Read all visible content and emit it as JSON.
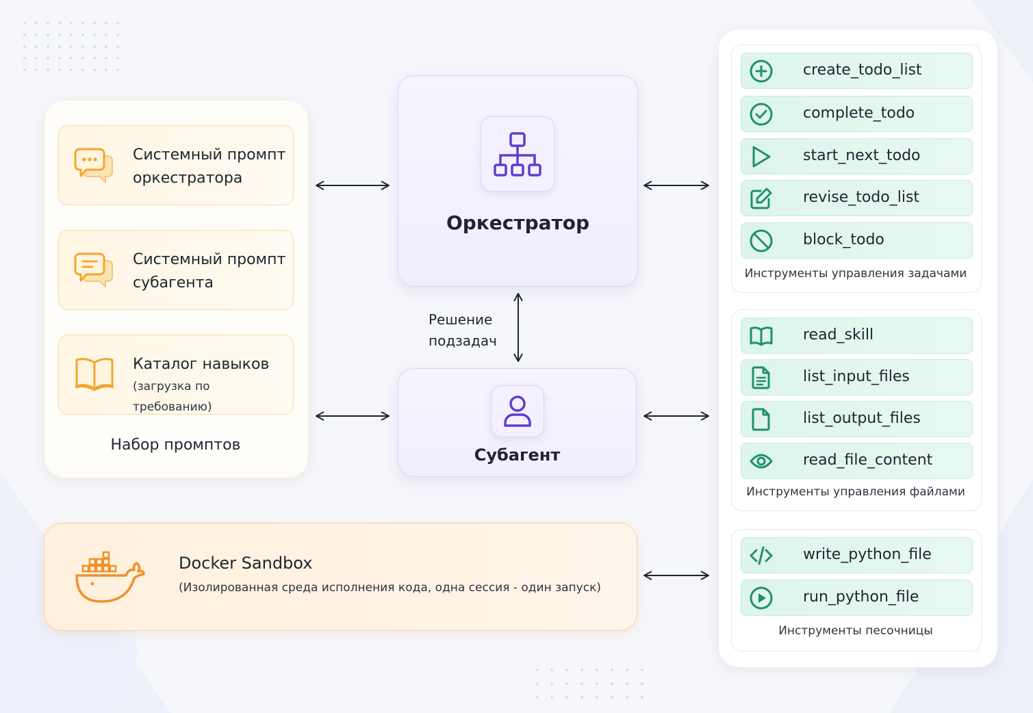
{
  "prompts_panel": {
    "cards": [
      {
        "line1": "Системный промпт",
        "line2": "оркестратора",
        "icon": "chat-dots-icon"
      },
      {
        "line1": "Системный промпт",
        "line2": "субагента",
        "icon": "chat-lines-icon"
      },
      {
        "line1": "Каталог навыков",
        "line2": "(загрузка по требованию)",
        "icon": "book-icon"
      }
    ],
    "caption": "Набор промптов"
  },
  "orchestrator": {
    "title": "Оркестратор",
    "icon": "hierarchy-icon"
  },
  "subagent": {
    "title": "Субагент",
    "icon": "user-icon"
  },
  "link_label": {
    "line1": "Решение",
    "line2": "подзадач"
  },
  "docker": {
    "title": "Docker Sandbox",
    "description": "(Изолированная среда исполнения кода, одна сессия - один запуск)",
    "icon": "docker-whale-icon"
  },
  "tool_groups": [
    {
      "caption": "Инструменты управления задачами",
      "tools": [
        {
          "name": "create_todo_list",
          "icon": "plus-circle-icon"
        },
        {
          "name": "complete_todo",
          "icon": "check-circle-icon"
        },
        {
          "name": "start_next_todo",
          "icon": "play-icon"
        },
        {
          "name": "revise_todo_list",
          "icon": "edit-icon"
        },
        {
          "name": "block_todo",
          "icon": "ban-icon"
        }
      ]
    },
    {
      "caption": "Инструменты управления файлами",
      "tools": [
        {
          "name": "read_skill",
          "icon": "book-open-icon"
        },
        {
          "name": "list_input_files",
          "icon": "file-text-icon"
        },
        {
          "name": "list_output_files",
          "icon": "file-icon"
        },
        {
          "name": "read_file_content",
          "icon": "eye-icon"
        }
      ]
    },
    {
      "caption": "Инструменты песочницы",
      "tools": [
        {
          "name": "write_python_file",
          "icon": "code-icon"
        },
        {
          "name": "run_python_file",
          "icon": "play-circle-icon"
        }
      ]
    }
  ],
  "colors": {
    "prompt_accent": "#f0a830",
    "agent_accent": "#5b3fd0",
    "tool_accent": "#1f8f6b",
    "docker_accent": "#f0902a"
  }
}
